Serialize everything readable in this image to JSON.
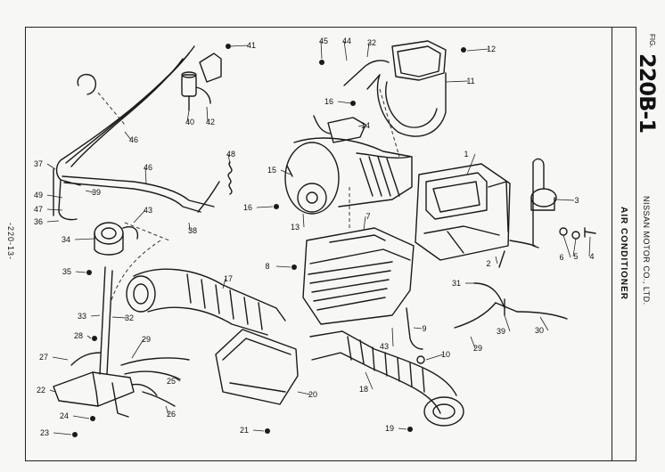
{
  "header": {
    "fig_prefix": "FIG.",
    "fig_number": "220B-1",
    "company": "NISSAN MOTOR CO., LTD.",
    "section_title": "AIR CONDITIONER",
    "page_number": "-220-13-"
  },
  "callouts": [
    "41",
    "45",
    "44",
    "32",
    "12",
    "11",
    "40",
    "42",
    "46",
    "16",
    "14",
    "1",
    "3",
    "15",
    "48",
    "37",
    "46",
    "39",
    "49",
    "47",
    "16",
    "13",
    "7",
    "36",
    "43",
    "38",
    "34",
    "6",
    "5",
    "4",
    "2",
    "8",
    "35",
    "17",
    "31",
    "33",
    "32",
    "9",
    "39",
    "30",
    "28",
    "29",
    "43",
    "29",
    "10",
    "27",
    "25",
    "18",
    "22",
    "20",
    "24",
    "26",
    "21",
    "19",
    "23"
  ]
}
